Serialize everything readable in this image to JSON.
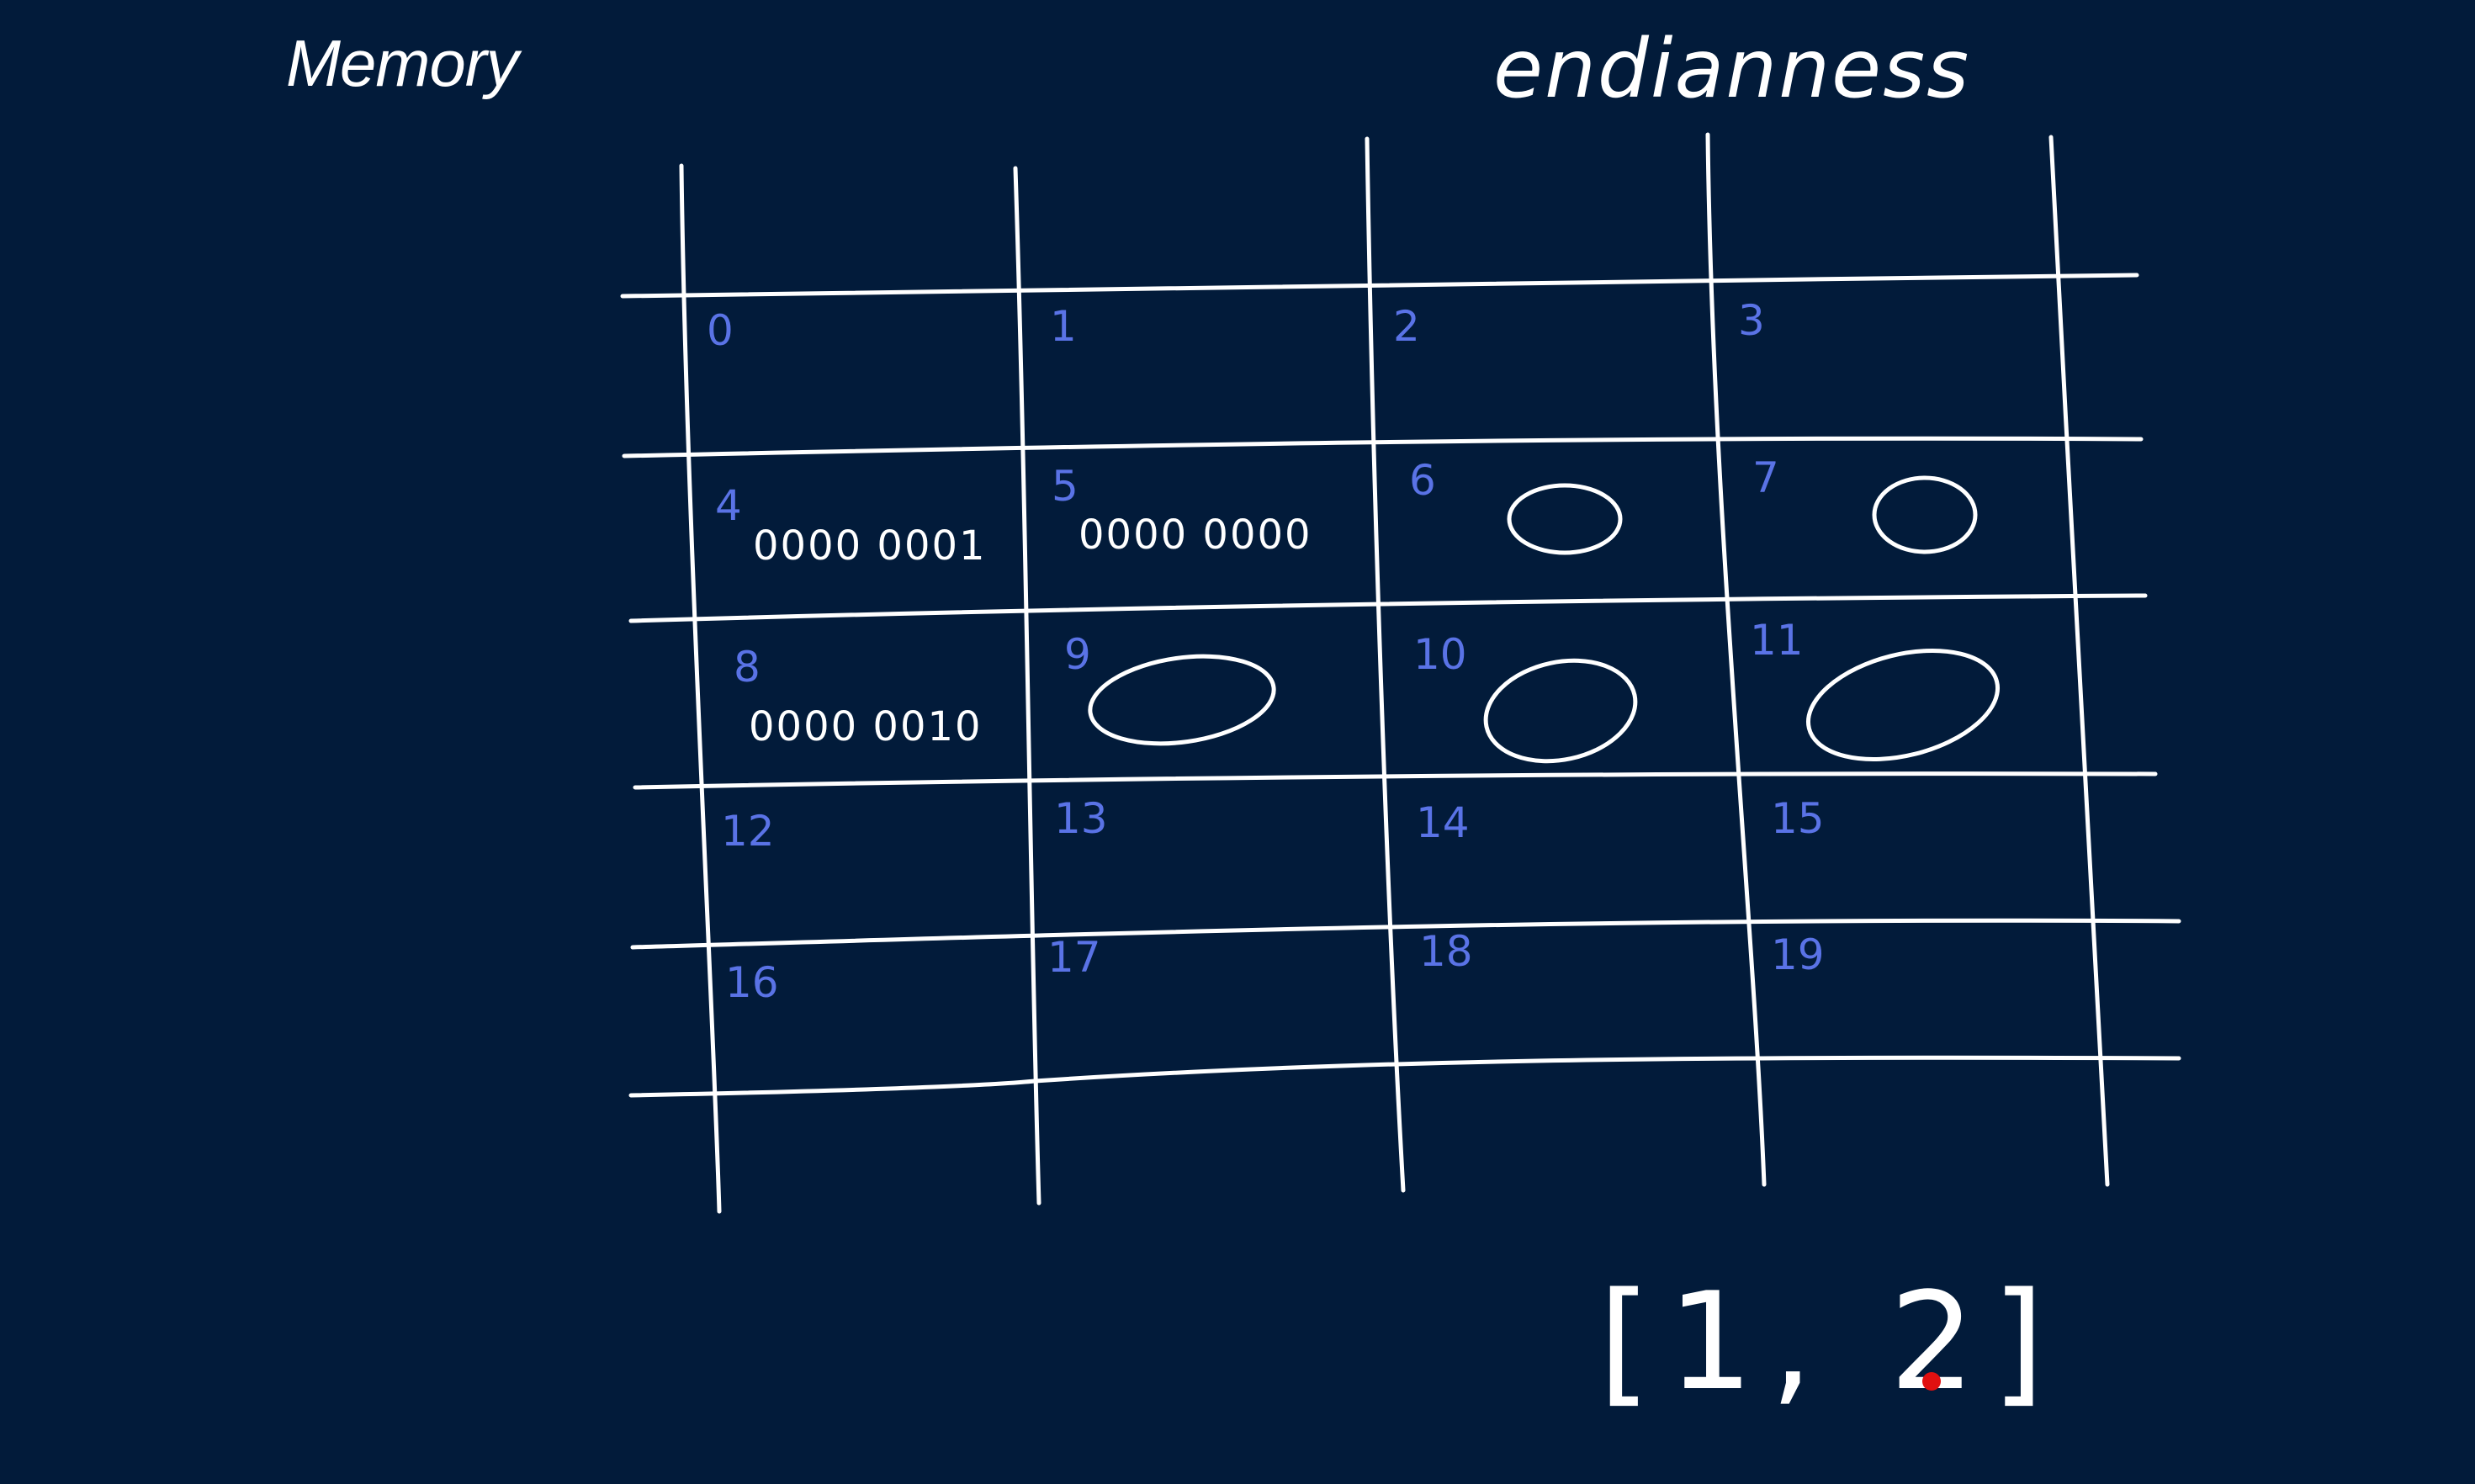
{
  "title": "Memory",
  "heading": "endianness",
  "cells": [
    {
      "addr": "0",
      "bits": ""
    },
    {
      "addr": "1",
      "bits": ""
    },
    {
      "addr": "2",
      "bits": ""
    },
    {
      "addr": "3",
      "bits": ""
    },
    {
      "addr": "4",
      "bits": "0000 0001"
    },
    {
      "addr": "5",
      "bits": "0000 0000"
    },
    {
      "addr": "6",
      "bits": ""
    },
    {
      "addr": "7",
      "bits": ""
    },
    {
      "addr": "8",
      "bits": "0000 0010"
    },
    {
      "addr": "9",
      "bits": ""
    },
    {
      "addr": "10",
      "bits": ""
    },
    {
      "addr": "11",
      "bits": ""
    },
    {
      "addr": "12",
      "bits": ""
    },
    {
      "addr": "13",
      "bits": ""
    },
    {
      "addr": "14",
      "bits": ""
    },
    {
      "addr": "15",
      "bits": ""
    },
    {
      "addr": "16",
      "bits": ""
    },
    {
      "addr": "17",
      "bits": ""
    },
    {
      "addr": "18",
      "bits": ""
    },
    {
      "addr": "19",
      "bits": ""
    }
  ],
  "empty_marked_cells": [
    "6",
    "7",
    "9",
    "10",
    "11"
  ],
  "array_literal": "[1, 2]",
  "colors": {
    "background": "#021b3a",
    "ink": "#ffffff",
    "address_ink": "#5a73e6",
    "pointer": "#e01010"
  }
}
